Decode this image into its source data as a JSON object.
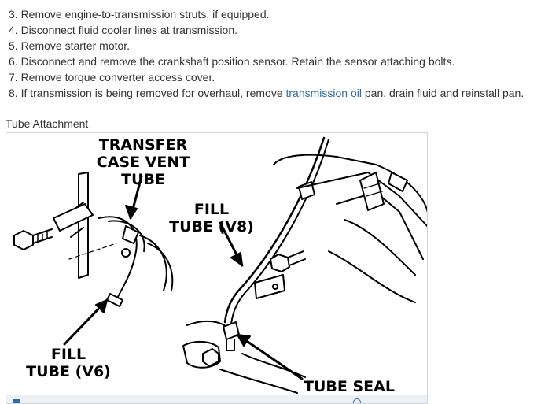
{
  "steps": [
    {
      "text": "3. Remove engine-to-transmission struts, if equipped."
    },
    {
      "text": "4. Disconnect fluid cooler lines at transmission."
    },
    {
      "text": "5. Remove starter motor."
    },
    {
      "text": "6. Disconnect and remove the crankshaft position sensor. Retain the sensor attaching bolts."
    },
    {
      "text": "7. Remove torque converter access cover."
    },
    {
      "before": "8. If transmission is being removed for overhaul, remove ",
      "link": "transmission oil",
      "after": " pan, drain fluid and reinstall pan."
    }
  ],
  "figure": {
    "caption": "Tube Attachment",
    "labels": {
      "transfer_1": "TRANSFER",
      "transfer_2": "CASE VENT",
      "transfer_3": "TUBE",
      "fill_v8_1": "FILL",
      "fill_v8_2": "TUBE (V8)",
      "fill_v6_1": "FILL",
      "fill_v6_2": "TUBE (V6)",
      "tube_seal": "TUBE SEAL"
    }
  },
  "colors": {
    "link": "#2e6da4",
    "text": "#333333"
  }
}
